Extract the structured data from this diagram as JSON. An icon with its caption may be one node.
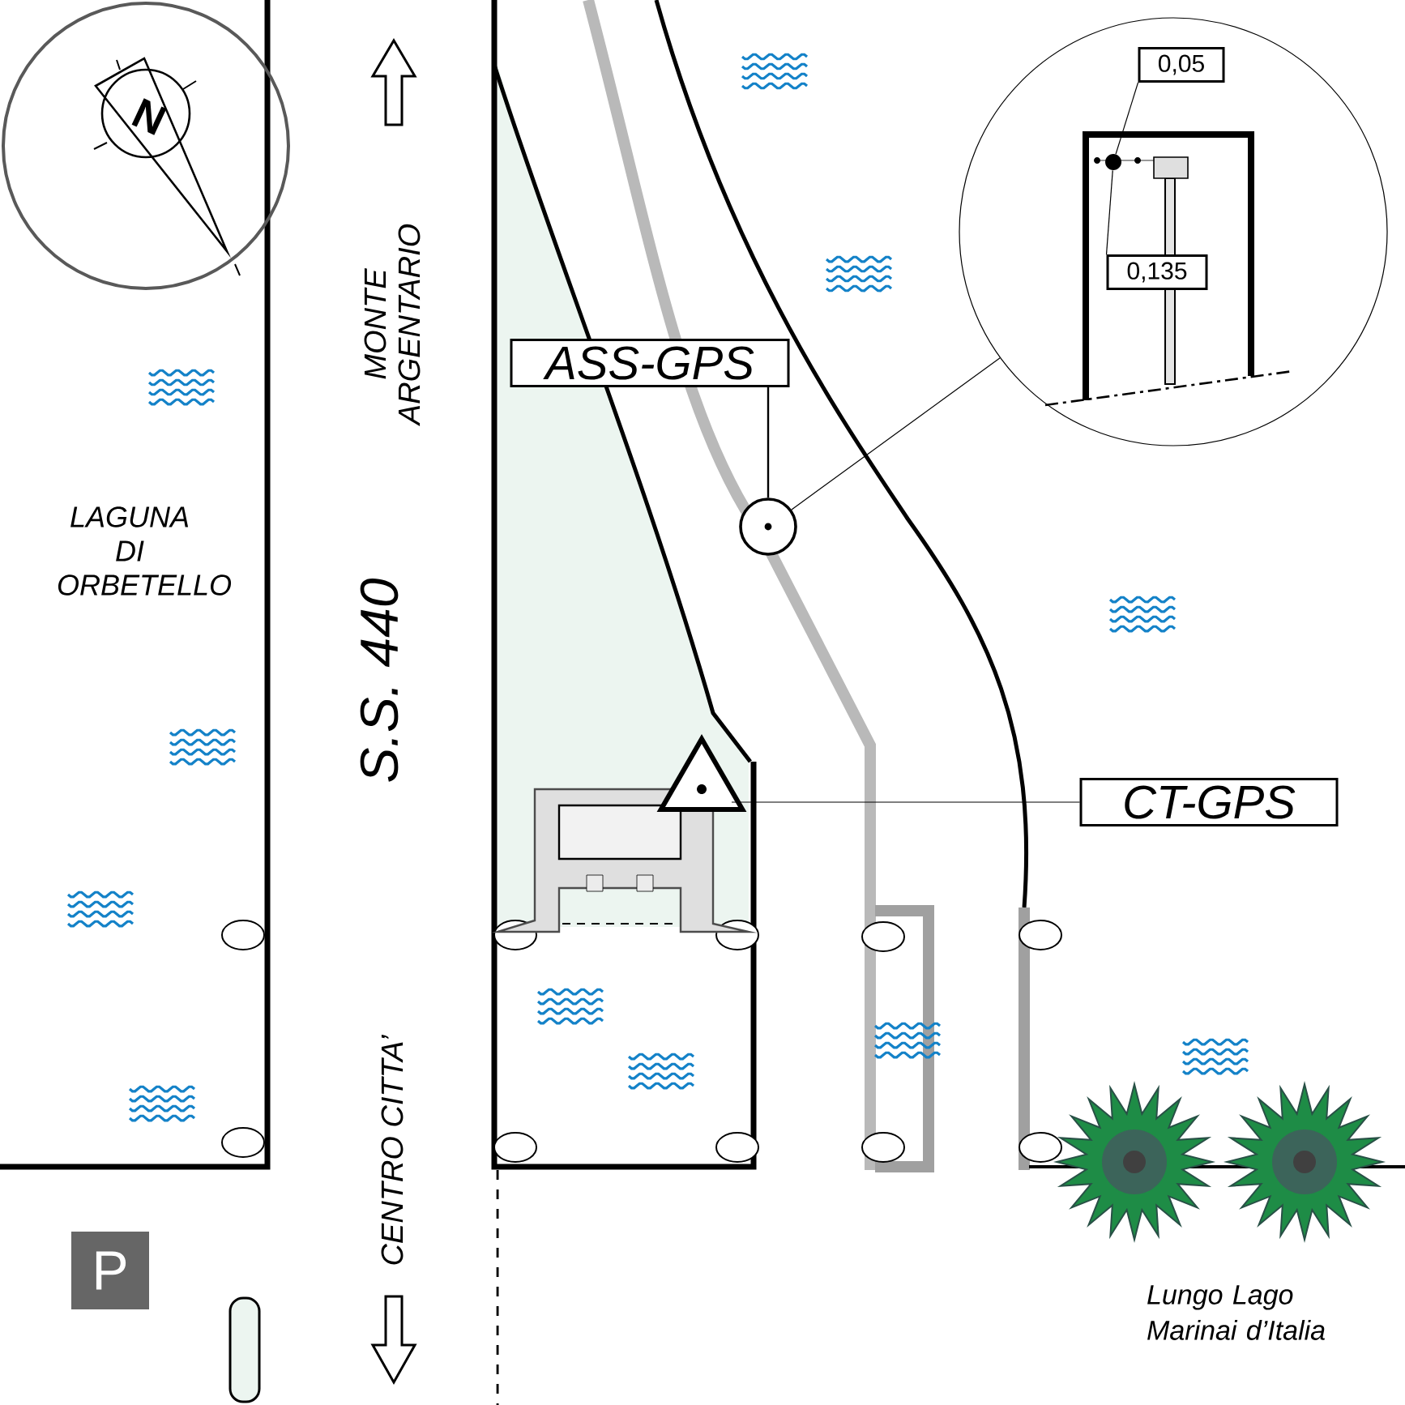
{
  "diagram": {
    "nodes": [
      {
        "text": [
          "ASS-GPS"
        ]
      },
      {
        "text": [],
        "shape": "circle"
      },
      {
        "text": [
          "CT-GPS"
        ]
      },
      {
        "text": [],
        "shape": "triangle"
      },
      {
        "text": [],
        "shape": "circle"
      },
      {
        "text": [
          "0,05"
        ],
        "in": 4
      },
      {
        "text": [
          "0,135"
        ],
        "in": 4
      },
      {
        "text": [],
        "shape": "circle",
        "in": 4
      }
    ],
    "edges": [
      {
        "from": 0,
        "to": 1,
        "arrow": "none"
      },
      {
        "from": 2,
        "to": 3,
        "arrow": "none"
      },
      {
        "from": 1,
        "to": 4,
        "arrow": "none"
      },
      {
        "from": 5,
        "to": 7,
        "arrow": "none"
      },
      {
        "from": 6,
        "to": 7,
        "arrow": "none"
      }
    ],
    "labels": [
      "MONTE ARGENTARIO",
      "LAGUNA DI ORBETELLO",
      "S.S. 440",
      "CENTRO  CITTA’",
      "Lungo Lago Marinai d’Italia",
      "P",
      "N"
    ]
  }
}
